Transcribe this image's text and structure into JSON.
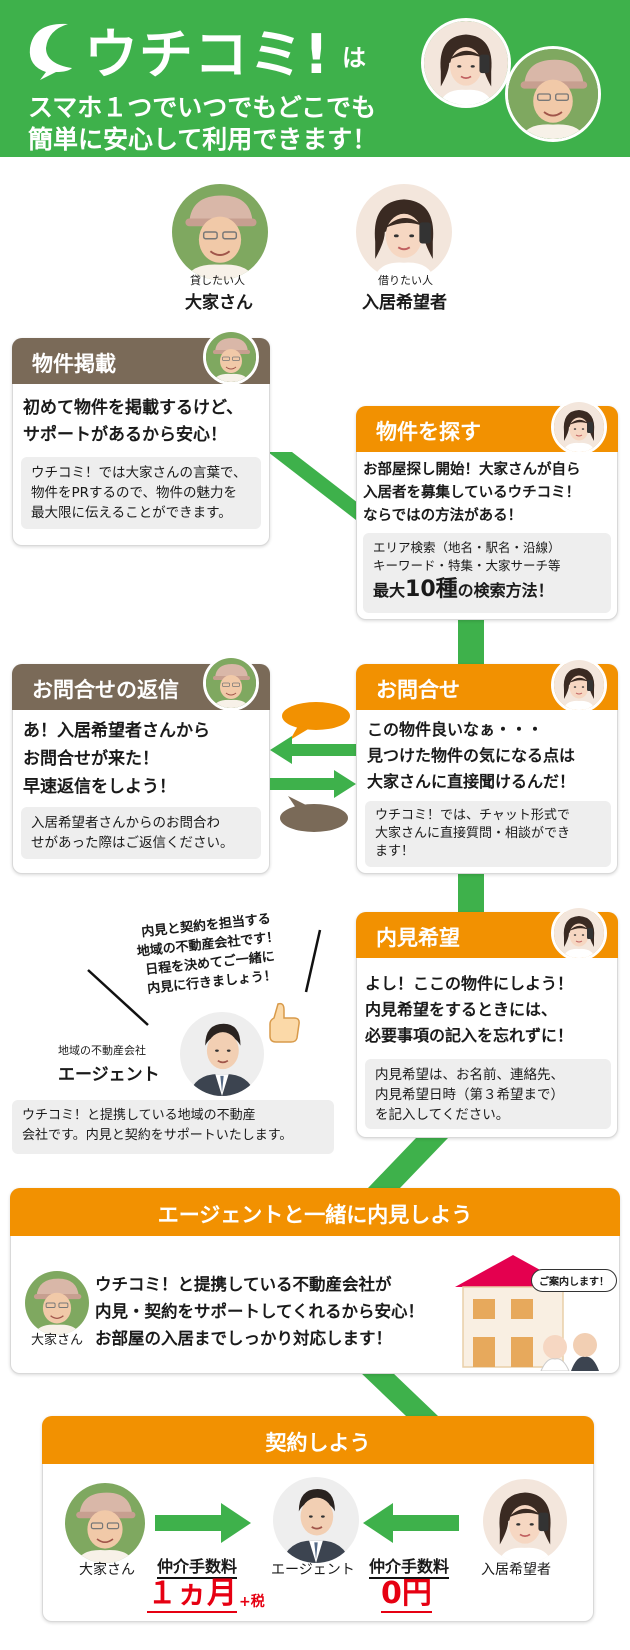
{
  "header": {
    "logo": "ウチコミ!",
    "logo_suffix": "は",
    "line1": "スマホ１つでいつでもどこでも",
    "line2": "簡単に安心して利用できます！"
  },
  "people": {
    "landlord_role": "貸したい人",
    "landlord_name": "大家さん",
    "seeker_role": "借りたい人",
    "seeker_name": "入居希望者"
  },
  "steps": {
    "listing": {
      "title": "物件掲載",
      "main": [
        "初めて物件を掲載するけど、",
        "サポートがあるから安心！"
      ],
      "sub": [
        "ウチコミ！では大家さんの言葉で、",
        "物件をPRするので、物件の魅力を",
        "最大限に伝えることができます。"
      ]
    },
    "search": {
      "title": "物件を探す",
      "main": [
        "お部屋探し開始！大家さんが自ら",
        "入居者を募集しているウチコミ！",
        "ならではの方法がある！"
      ],
      "sub": [
        "エリア検索（地名・駅名・沿線）",
        "キーワード・特集・大家サーチ等"
      ],
      "methods_prefix": "最大",
      "methods_count": "10種",
      "methods_suffix": "の検索方法！"
    },
    "reply": {
      "title": "お問合せの返信",
      "main": [
        "あ！入居希望者さんから",
        "お問合せが来た！",
        "早速返信をしよう！"
      ],
      "sub": [
        "入居希望者さんからのお問合わ",
        "せがあった際はご返信ください。"
      ]
    },
    "inquiry": {
      "title": "お問合せ",
      "main": [
        "この物件良いなぁ・・・",
        "見つけた物件の気になる点は",
        "大家さんに直接聞けるんだ！"
      ],
      "sub": [
        "ウチコミ！では、チャット形式で",
        "大家さんに直接質問・相談ができ",
        "ます！"
      ]
    },
    "viewing": {
      "title": "内見希望",
      "main": [
        "よし！ここの物件にしよう！",
        "内見希望をするときには、",
        "必要事項の記入を忘れずに！"
      ],
      "sub": [
        "内見希望は、お名前、連絡先、",
        "内見希望日時（第３希望まで）",
        "を記入してください。"
      ]
    }
  },
  "agent": {
    "speech": [
      "内見と契約を担当する",
      "地域の不動産会社です！",
      "日程を決めてご一緒に",
      "内見に行きましょう！"
    ],
    "role": "地域の不動産会社",
    "name": "エージェント",
    "desc": [
      "ウチコミ！と提携している地域の不動産",
      "会社です。内見と契約をサポートいたします。"
    ]
  },
  "visit": {
    "banner": "エージェントと一緒に内見しよう",
    "person": "大家さん",
    "main": [
      "ウチコミ！と提携している不動産会社が",
      "内見・契約をサポートしてくれるから安心！",
      "お部屋の入居までしっかり対応します！"
    ],
    "bubble": "ご案内します！"
  },
  "contract": {
    "banner": "契約しよう",
    "landlord": "大家さん",
    "agent": "エージェント",
    "seeker": "入居希望者",
    "fee_label": "仲介手数料",
    "landlord_fee": "１ヵ月",
    "landlord_fee_tax": "+税",
    "seeker_fee": "0円"
  },
  "colors": {
    "green": "#3eb14b",
    "orange": "#f29101",
    "brown": "#7a6a58",
    "red": "#e60012"
  }
}
